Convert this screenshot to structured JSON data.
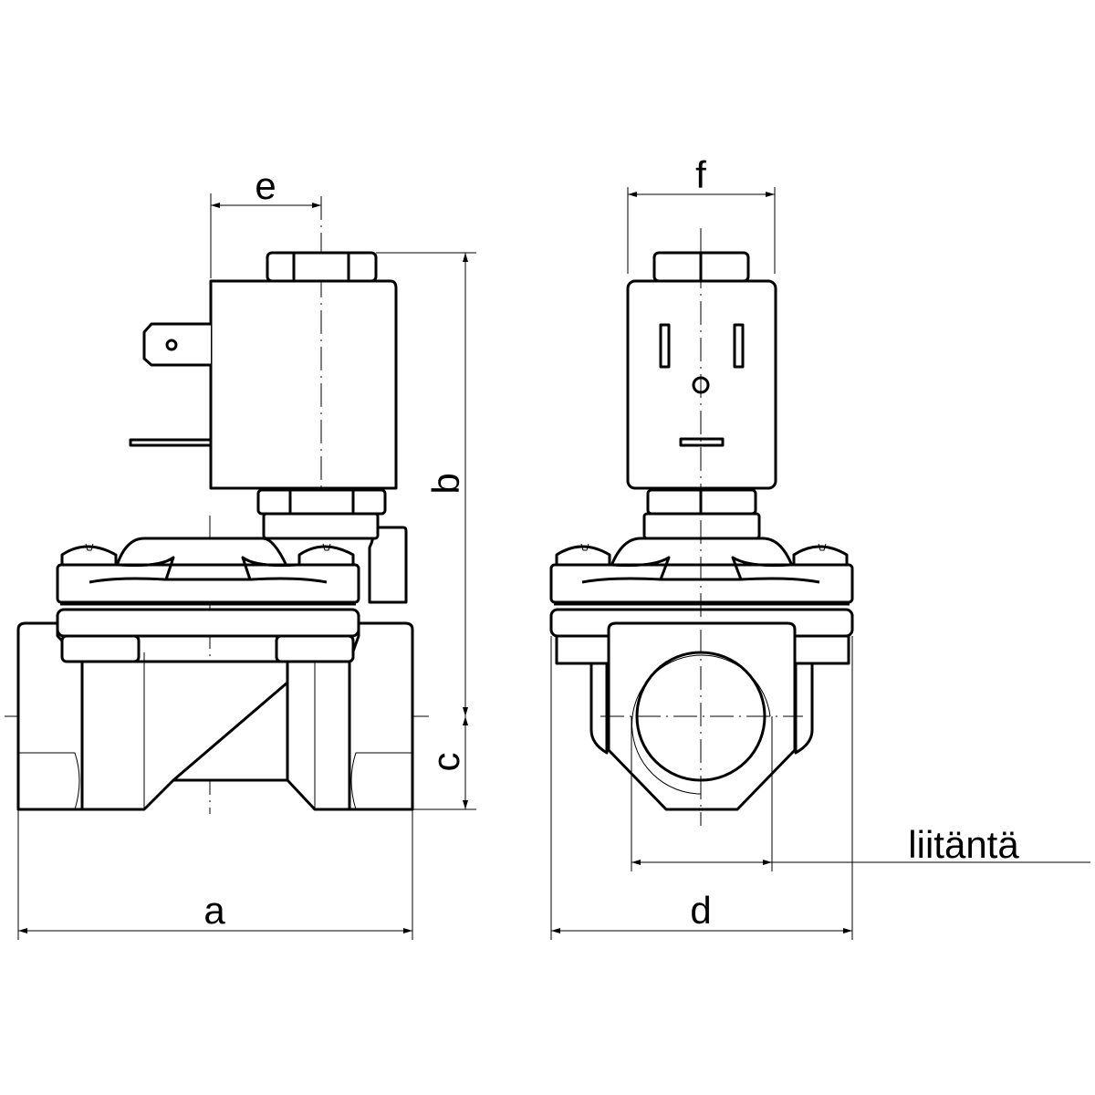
{
  "labels": {
    "a": "a",
    "b": "b",
    "c": "c",
    "d": "d",
    "e": "e",
    "f": "f",
    "connection": "liitäntä"
  },
  "colors": {
    "line": "#000000",
    "background": "#ffffff"
  }
}
